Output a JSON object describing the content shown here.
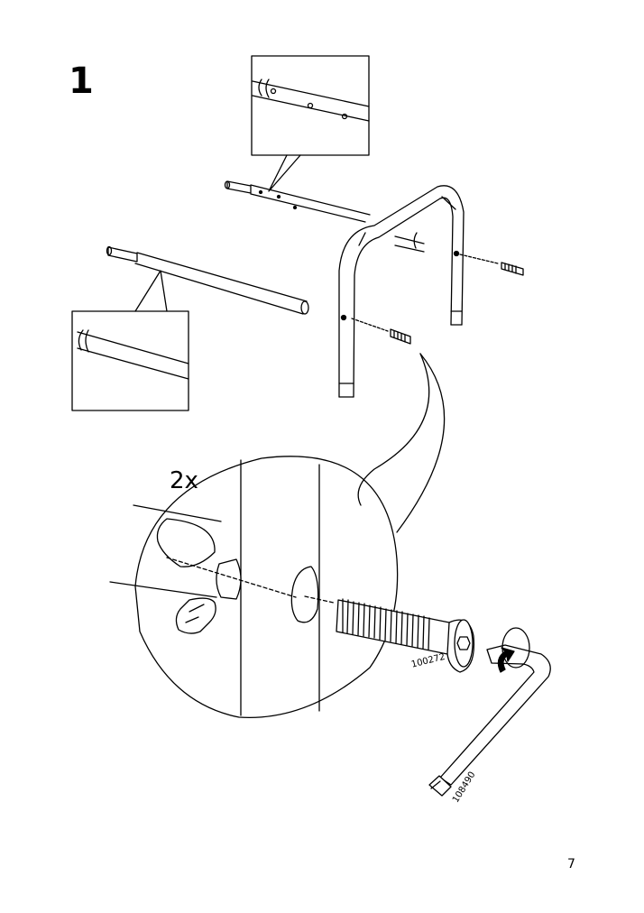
{
  "step": {
    "number": "1"
  },
  "detail": {
    "quantity": "2x"
  },
  "parts": {
    "screw_code": "100272",
    "allen_key_code": "108490"
  },
  "page": {
    "number": "7"
  }
}
